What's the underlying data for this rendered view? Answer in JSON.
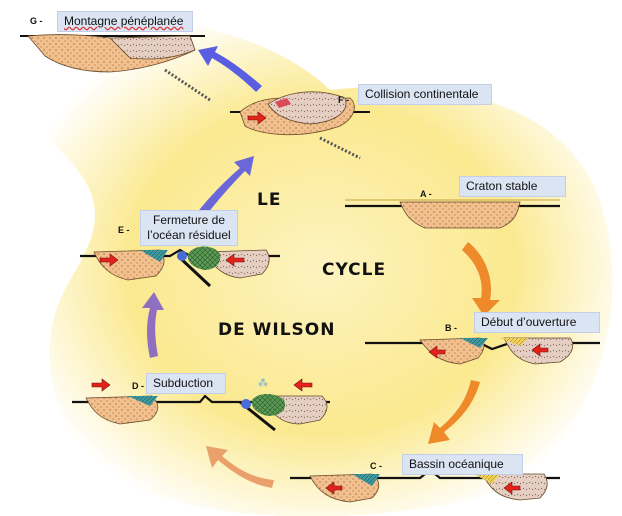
{
  "title": {
    "line1": "LE",
    "line2": "CYCLE",
    "line3": "DE WILSON"
  },
  "stages": [
    {
      "id": "A",
      "letter": "A -",
      "label": "Craton stable"
    },
    {
      "id": "B",
      "letter": "B -",
      "label": "Début d’ouverture"
    },
    {
      "id": "C",
      "letter": "C -",
      "label": "Bassin océanique"
    },
    {
      "id": "D",
      "letter": "D -",
      "label": "Subduction"
    },
    {
      "id": "E",
      "letter": "E -",
      "label": "Fermeture de l’océan résiduel"
    },
    {
      "id": "F",
      "letter": "F -",
      "label": "Collision continentale"
    },
    {
      "id": "G",
      "letter": "G -",
      "label": "Montagne pénéplanée"
    }
  ],
  "colors": {
    "background_glow": "#fbe98f",
    "continent_a": "#f2c08c",
    "continent_b": "#e4cfc2",
    "ocean_crust": "#3f9aa0",
    "green_block": "#5b9a55",
    "arrow_red": "#e2231a",
    "arrow_orange": "#ee8a2a",
    "arrow_purple": "#8e6fc0",
    "arrow_blue": "#6b67d8",
    "label_fill": "#dbe4f3"
  }
}
